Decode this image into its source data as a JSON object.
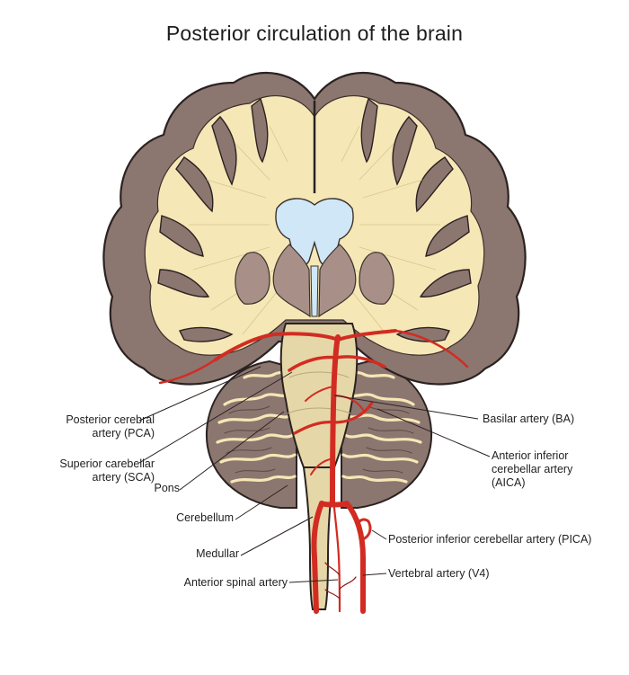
{
  "title": "Posterior circulation of the brain",
  "labels": {
    "pca": [
      "Posterior cerebral",
      "artery (PCA)"
    ],
    "sca": [
      "Superior carebellar",
      "artery (SCA)"
    ],
    "pons": "Pons",
    "cerebellum": "Cerebellum",
    "medullar": "Medullar",
    "anterior_spinal": "Anterior spinal artery",
    "basilar": "Basilar artery (BA)",
    "aica": [
      "Anterior inferior",
      "cerebellar artery",
      "(AICA)"
    ],
    "pica": "Posterior inferior cerebellar artery (PICA)",
    "vertebral": "Vertebral artery (V4)"
  },
  "colors": {
    "cortex": "#8c7670",
    "white_matter": "#f6e7b6",
    "ventricle": "#cfe7f6",
    "deep_nuclei": "#a89088",
    "brainstem": "#e6d7a8",
    "artery": "#d22c22",
    "artery_dark": "#8e1813",
    "outline": "#2a2220"
  }
}
